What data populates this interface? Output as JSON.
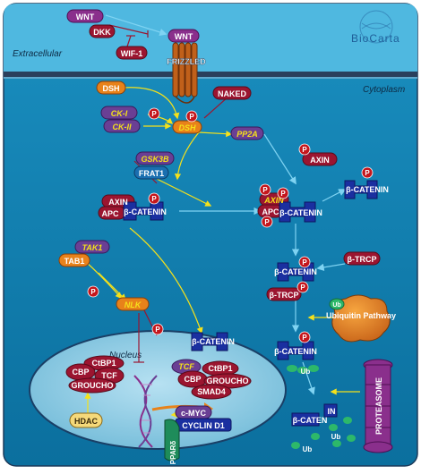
{
  "brand": {
    "logo_text": "BioCarta"
  },
  "regions": {
    "extracellular": "Extracellular",
    "cytoplasm": "Cytoplasm",
    "nucleus": "Nucleus"
  },
  "molecules": {
    "wnt_source": "WNT",
    "wnt_bound": "WNT",
    "dkk": "DKK",
    "wif1": "WIF-1",
    "frizzled": "FRIZZLED",
    "dsh_free": "DSH",
    "dsh_active": "DSH",
    "naked": "NAKED",
    "ck1": "CK-I",
    "ck2": "CK-II",
    "gsk3b": "GSK3B",
    "frat1": "FRAT1",
    "pp2a": "PP2A",
    "axin_top": "AXIN",
    "axin_complex": "AXIN",
    "apc_complex": "APC",
    "bcat_complex": "β-CATENIN",
    "axin_mid": "AXIN",
    "apc_mid": "APC",
    "bcat_mid": "β-CATENIN",
    "bcat_right": "β-CATENIN",
    "tak1": "TAK1",
    "tab1": "TAB1",
    "nlk": "NLK",
    "btrcp_free": "β-TRCP",
    "bcat_btrcp": "β-CATENIN",
    "btrcp_bound": "β-TRCP",
    "ubiquitin_pathway": "Ubiquitin Pathway",
    "ub_label": "Ub",
    "bcat_ub": "β-CATENIN",
    "bcat_ub_ub": "Ub",
    "proteasome": "PROTEASOME",
    "frag_a": "IN",
    "frag_b": "β-CATEN",
    "frag_ub1": "Ub",
    "frag_ub2": "Ub",
    "bcat_nuc": "β-CATENIN",
    "ctbp1_left": "CtBP1",
    "cbp_left": "CBP",
    "tcf_left": "TCF",
    "groucho_left": "GROUCHO",
    "tcf_right": "TCF",
    "ctbp1_right": "CtBP1",
    "cbp_right": "CBP",
    "groucho_right": "GROUCHO",
    "smad4": "SMAD4",
    "hdac": "HDAC",
    "cmyc": "c-MYC",
    "cyclin_d1": "CYCLIN D1",
    "ppard": "PPARδ"
  },
  "phospho_label": "P",
  "colors": {
    "background": "#0a7fb0",
    "extracellular": "#4fb8e0",
    "membrane": "#2a3f5c",
    "nucleus": "#8fcfe8",
    "wnt": "#8a2f8c",
    "red_protein": "#9b1530",
    "orange_protein": "#e8821a",
    "purple_protein": "#6a3f94",
    "blue_protein": "#1a2fa0",
    "phospho": "#c4161c",
    "ubiquitin": "#2db86a",
    "arrow_yellow": "#f5e11a",
    "hdac": "#f5d97a"
  }
}
